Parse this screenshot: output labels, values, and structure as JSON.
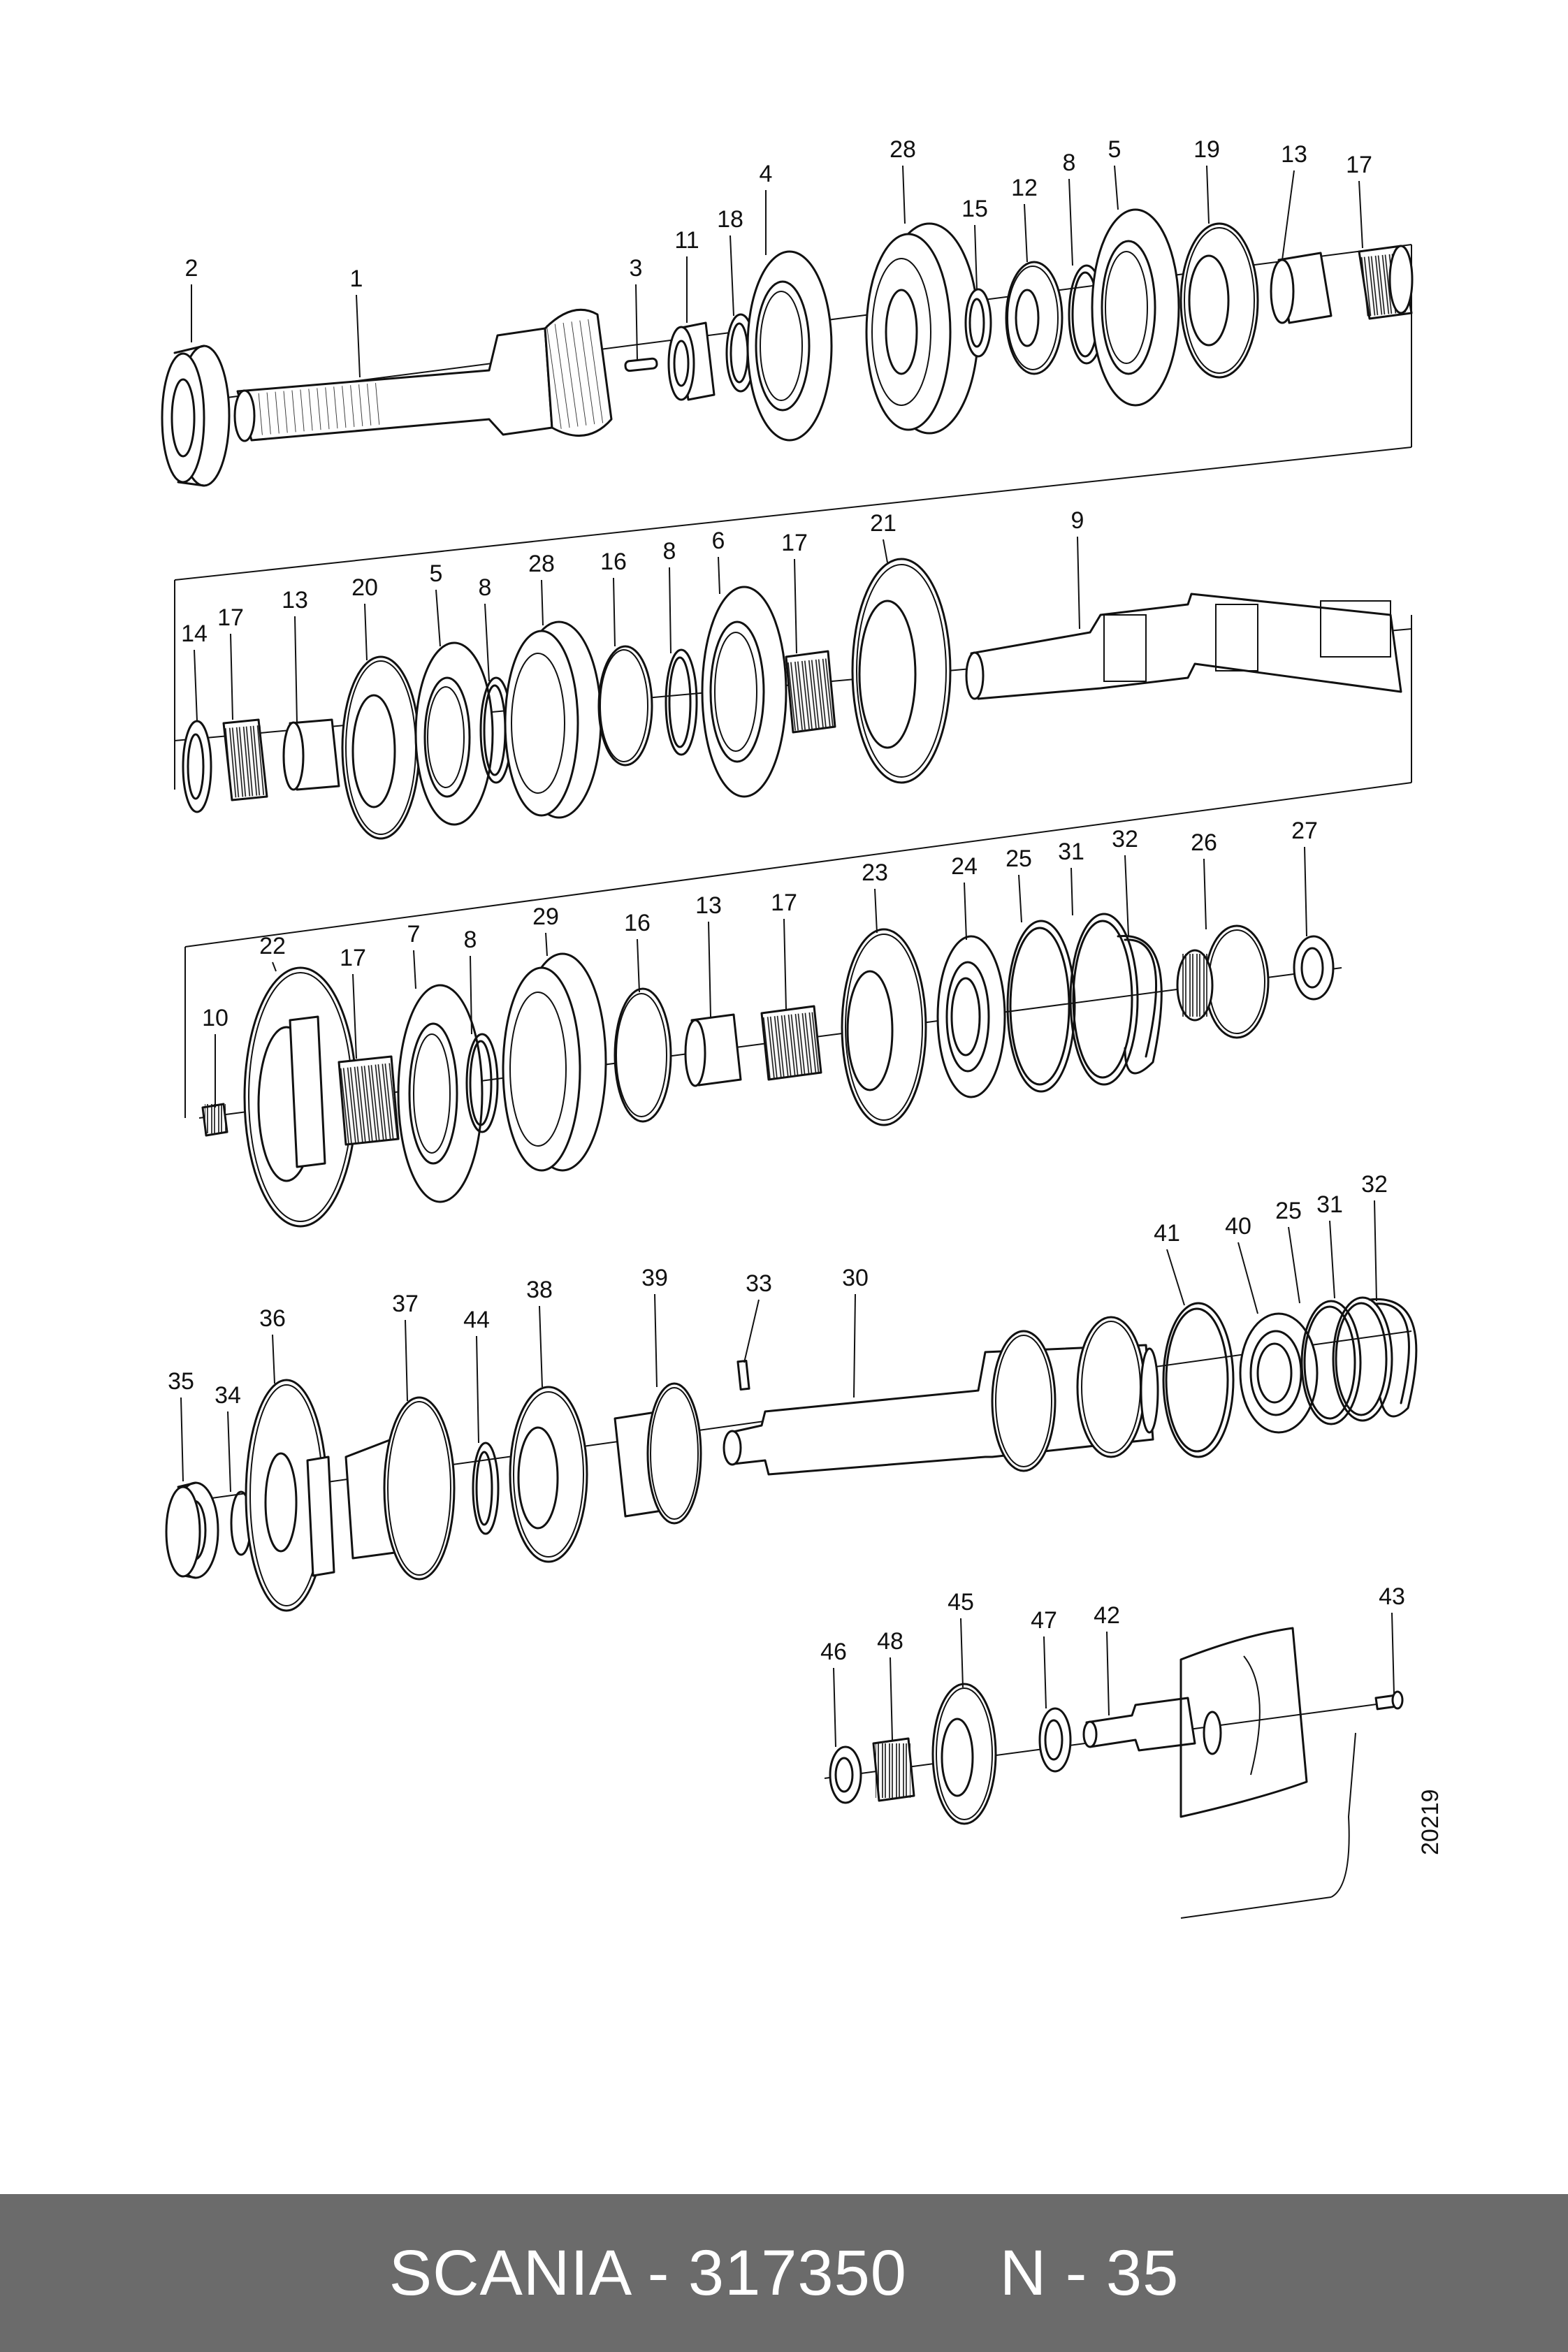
{
  "diagram": {
    "drawing_number": "20219",
    "rows": [
      {
        "id": "row1",
        "callouts": [
          "2",
          "1",
          "3",
          "11",
          "18",
          "4",
          "28",
          "15",
          "12",
          "8",
          "5",
          "19",
          "13",
          "17"
        ]
      },
      {
        "id": "row2",
        "callouts": [
          "14",
          "17",
          "13",
          "20",
          "5",
          "8",
          "28",
          "16",
          "8",
          "6",
          "17",
          "21",
          "9"
        ]
      },
      {
        "id": "row3",
        "callouts": [
          "10",
          "22",
          "17",
          "7",
          "8",
          "29",
          "16",
          "13",
          "17",
          "23",
          "24",
          "25",
          "31",
          "32",
          "26",
          "27"
        ]
      },
      {
        "id": "row4",
        "callouts": [
          "35",
          "34",
          "36",
          "37",
          "44",
          "38",
          "39",
          "33",
          "30",
          "41",
          "40",
          "25",
          "31",
          "32"
        ]
      },
      {
        "id": "row5",
        "callouts": [
          "46",
          "48",
          "45",
          "47",
          "42",
          "43"
        ]
      }
    ]
  },
  "footer": {
    "text": "SCANIA - 317350     N - 35",
    "background": "#6b6b6b",
    "color": "#ffffff"
  }
}
